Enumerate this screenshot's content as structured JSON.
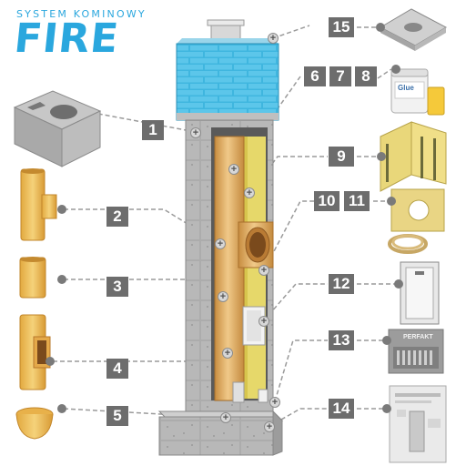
{
  "brand": {
    "tagline": "SYSTEM KOMINOWY",
    "name": "FIRE",
    "color": "#2aa7de"
  },
  "callouts": [
    {
      "label": "1",
      "part": "chimney-block"
    },
    {
      "label": "2",
      "part": "tee-pipe"
    },
    {
      "label": "3",
      "part": "ceramic-pipe"
    },
    {
      "label": "4",
      "part": "inspection-pipe"
    },
    {
      "label": "5",
      "part": "condensate-tray"
    },
    {
      "label": "6",
      "part": "adhesive"
    },
    {
      "label": "7",
      "part": "adhesive-set"
    },
    {
      "label": "8",
      "part": "sealant"
    },
    {
      "label": "9",
      "part": "insulation-wool"
    },
    {
      "label": "10",
      "part": "insulation-ring"
    },
    {
      "label": "11",
      "part": "cord-seal"
    },
    {
      "label": "12",
      "part": "inspection-door"
    },
    {
      "label": "13",
      "part": "vent-grille"
    },
    {
      "label": "14",
      "part": "installation-instructions"
    },
    {
      "label": "15",
      "part": "cover-plate"
    }
  ],
  "product_labels": {
    "adhesive_jar": "Glue",
    "vent_grille": "PERFAKT"
  },
  "colors": {
    "cap_brick": "#3fb6df",
    "block": "#a9a9a9",
    "ceramic": "#e2b46a",
    "insulation": "#e6d86a",
    "badge": "#6d6d6d"
  }
}
